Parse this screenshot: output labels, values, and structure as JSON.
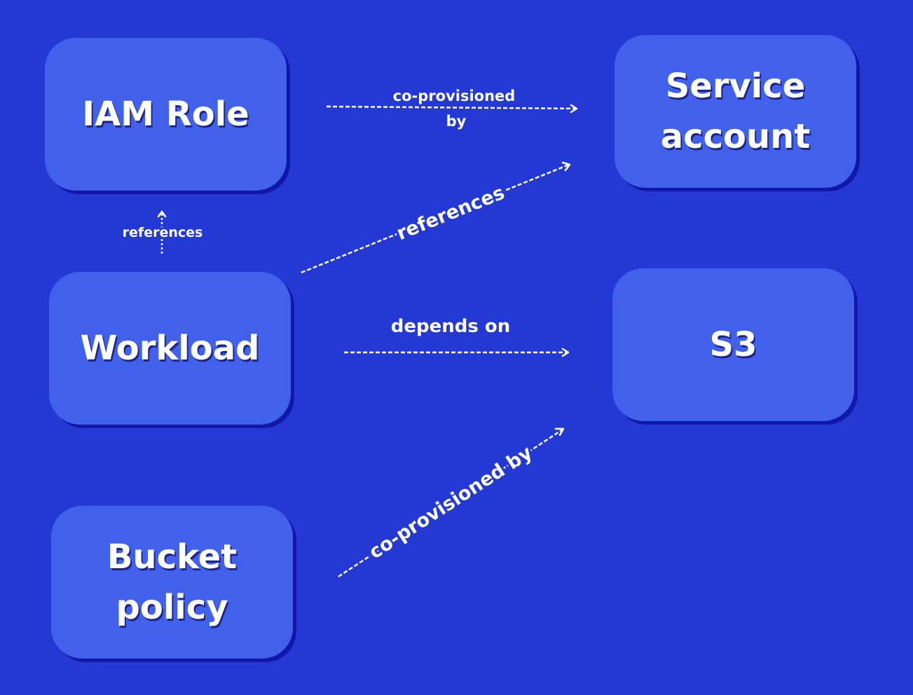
{
  "diagram": {
    "colors": {
      "background": "#2439d3",
      "node_fill": "#4161ea",
      "node_shadow": "#1117a8",
      "text": "#ffffff",
      "edge": "#ffffff"
    },
    "nodes": {
      "iam_role": "IAM Role",
      "service_account": "Service account",
      "workload": "Workload",
      "s3": "S3",
      "bucket_policy": "Bucket policy"
    },
    "edges": {
      "iam_to_service_account": {
        "label_line1": "co-provisioned",
        "label_line2": "by"
      },
      "workload_to_iam": {
        "label": "references"
      },
      "workload_to_service_account": {
        "label": "references"
      },
      "workload_to_s3": {
        "label": "depends on"
      },
      "bucket_policy_to_s3": {
        "label": "co-provisioned by"
      }
    }
  }
}
